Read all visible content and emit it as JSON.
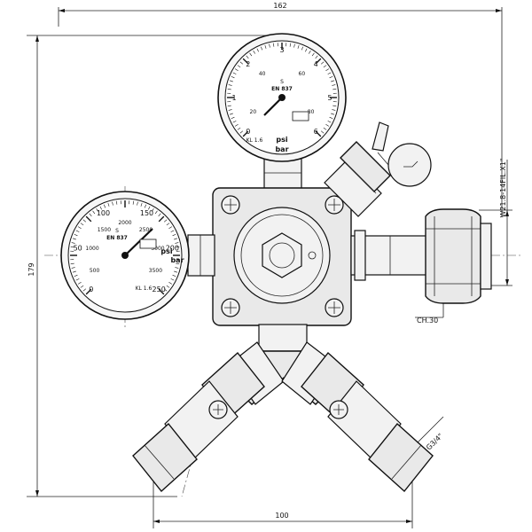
{
  "dimensions": {
    "width_top": "162",
    "height_left": "179",
    "width_bottom": "100",
    "thread_inlet": "W21.8-14FIL.X1\"",
    "hex_size": "CH.30",
    "outlet_thread": "G3/4\""
  },
  "gauge_top": {
    "bar_scale": [
      "0",
      "1",
      "2",
      "3",
      "4",
      "5",
      "6"
    ],
    "psi_scale": [
      "20",
      "40",
      "60",
      "80"
    ],
    "unit_psi": "psi",
    "unit_bar": "bar",
    "standard": "EN 837",
    "mark_s": "S",
    "class_label": "KL 1.6"
  },
  "gauge_left": {
    "bar_scale": [
      "0",
      "50",
      "100",
      "150",
      "200",
      "250"
    ],
    "psi_scale": [
      "500",
      "1000",
      "1500",
      "2000",
      "2500",
      "3000",
      "3500"
    ],
    "unit_psi": "psi",
    "unit_bar": "bar",
    "standard": "EN 837",
    "mark_s": "S",
    "class_label": "KL 1.6"
  }
}
